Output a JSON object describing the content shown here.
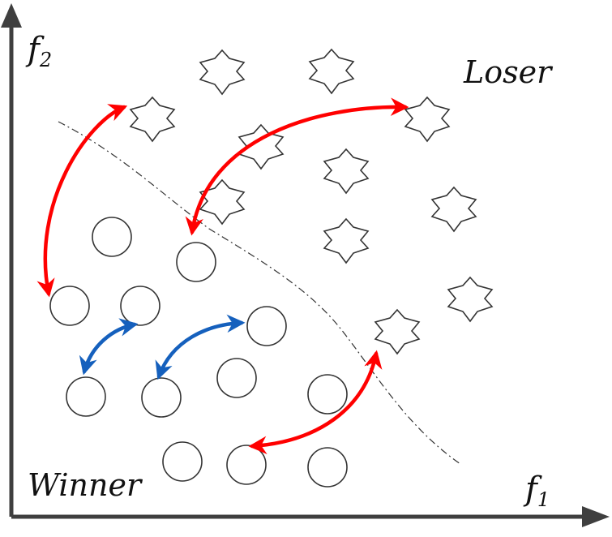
{
  "labels": {
    "f2": "f",
    "f2_sub": "2",
    "f1": "f",
    "f1_sub": "1",
    "loser": "Loser",
    "winner": "Winner"
  },
  "colors": {
    "axis": "#3f3f3f",
    "red_arrow": "#ff0000",
    "blue_arrow": "#1560bd",
    "outline": "#333333"
  },
  "icons": {
    "circle": "circle-icon",
    "star": "six-pointed-star-icon"
  }
}
